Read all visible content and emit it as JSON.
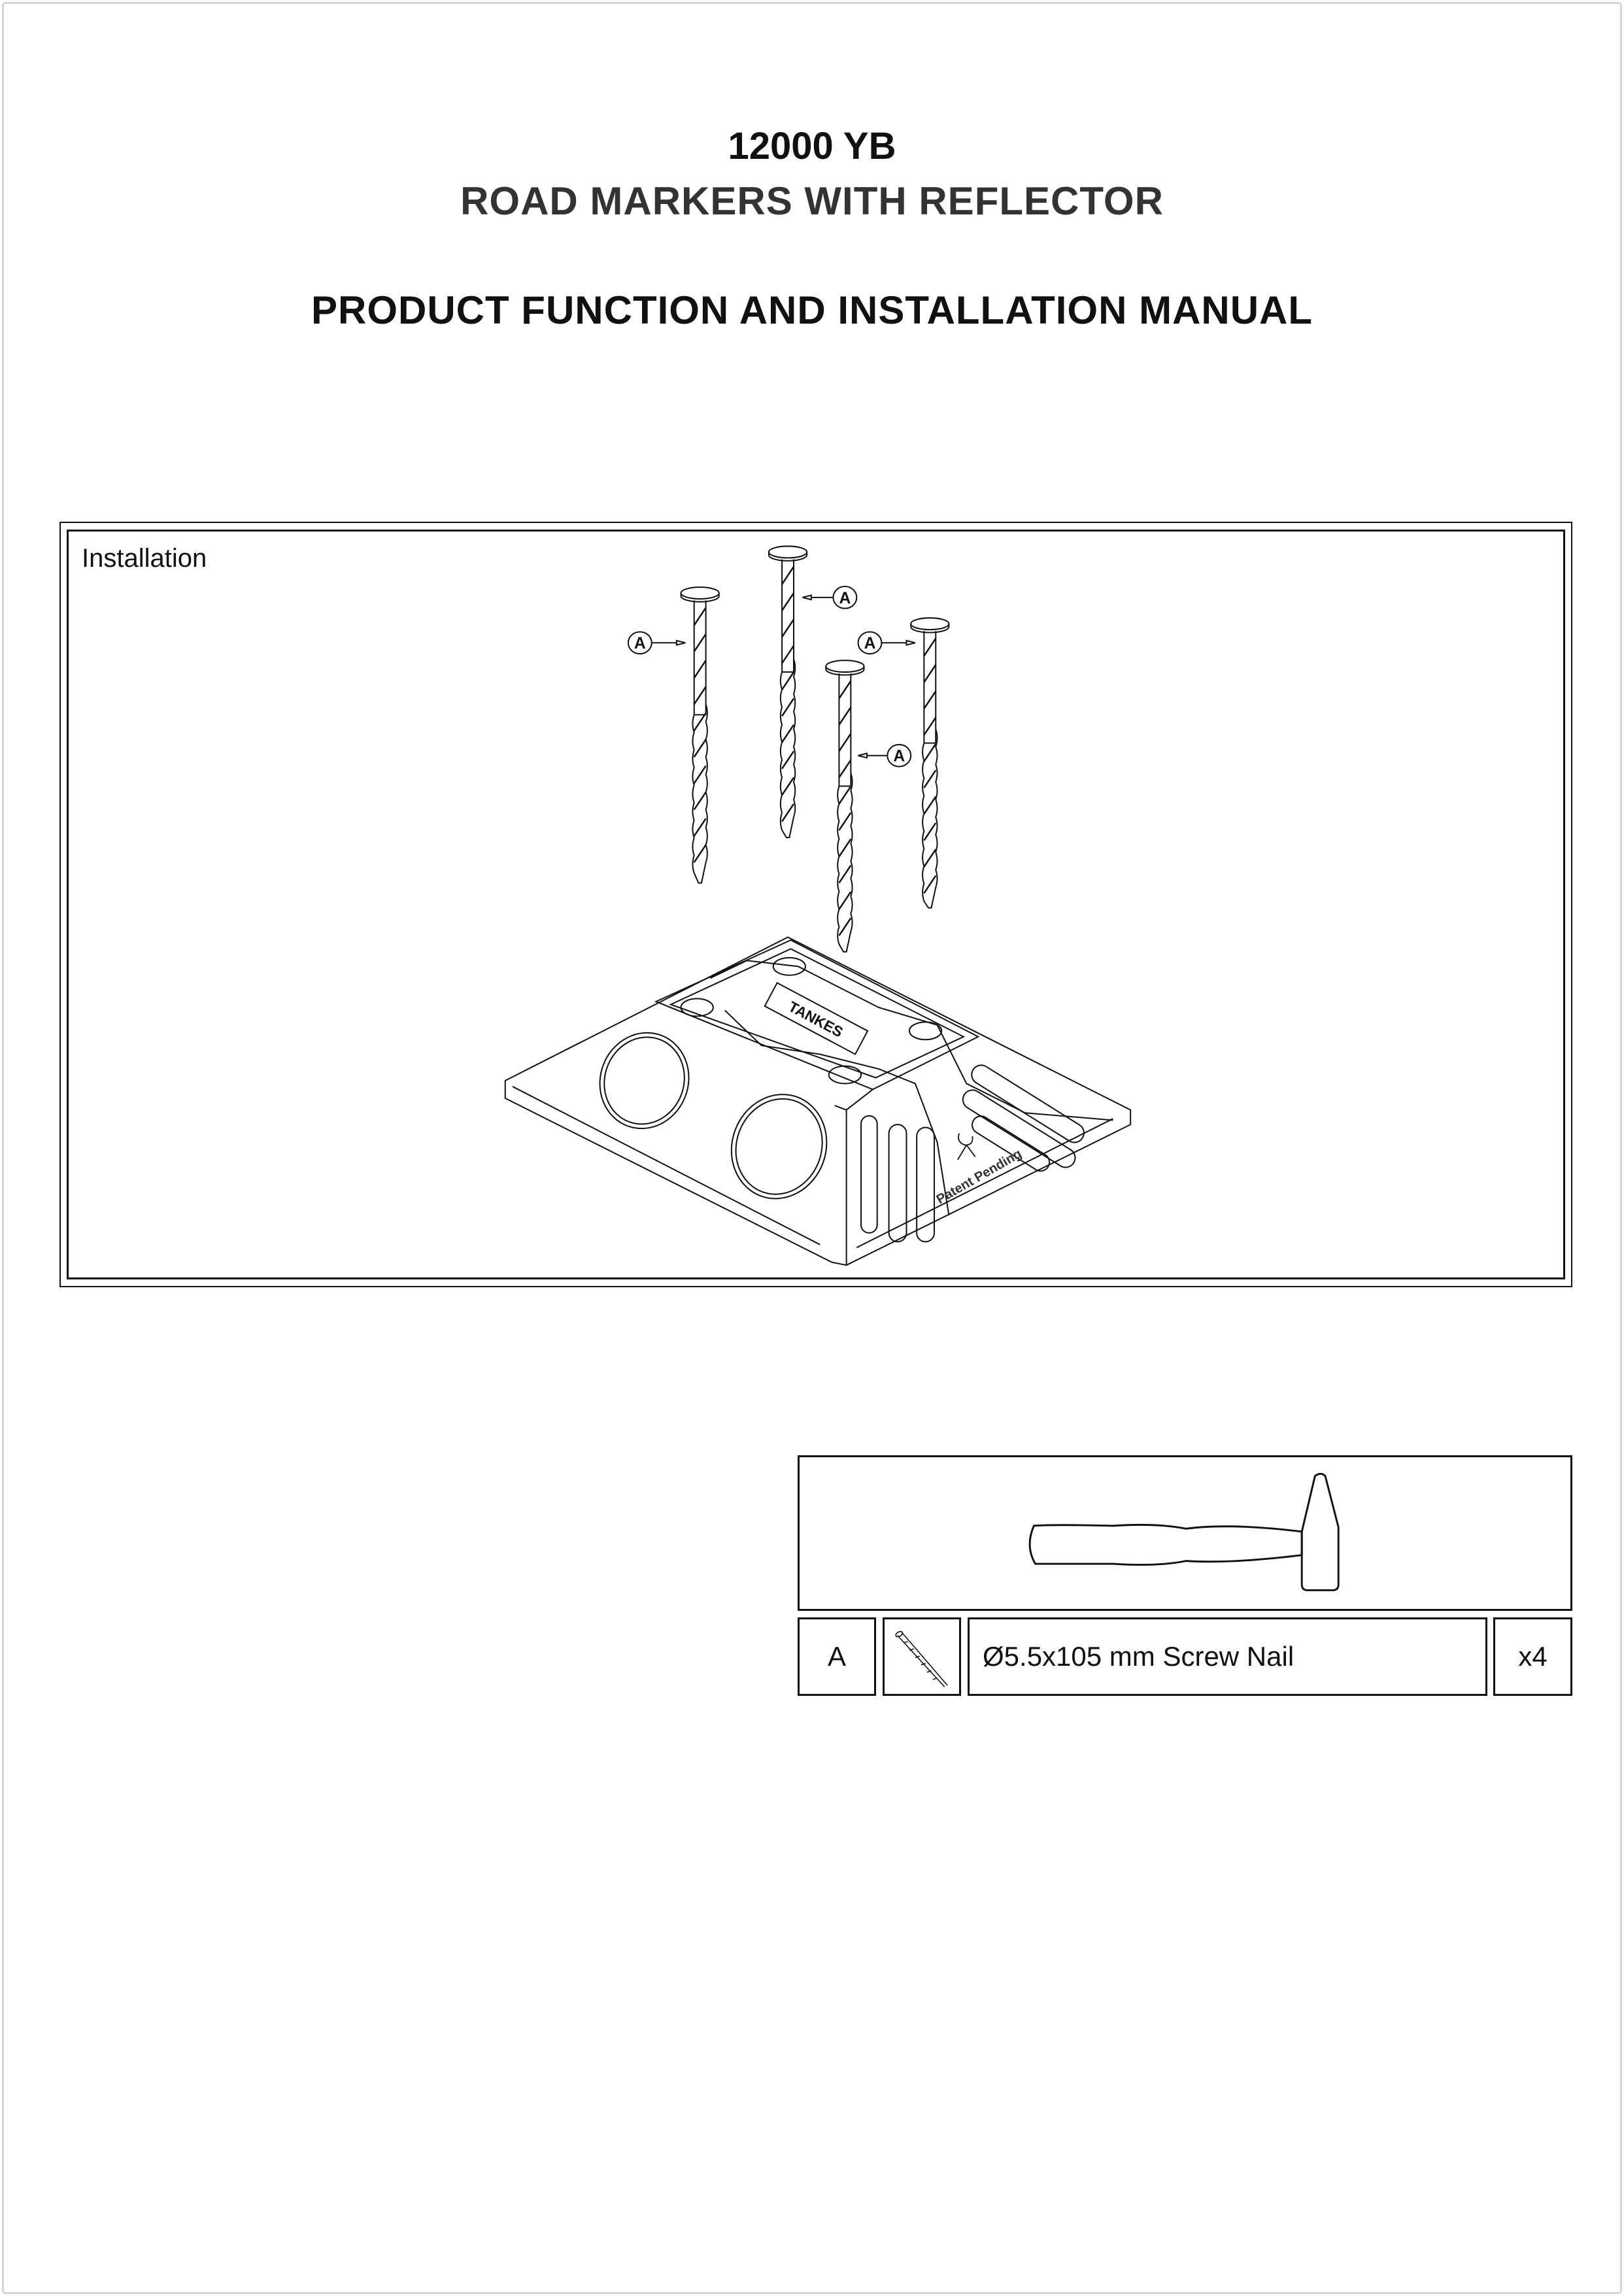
{
  "header": {
    "model": "12000 YB",
    "product": "ROAD MARKERS WITH REFLECTOR",
    "document_title": "PRODUCT FUNCTION AND INSTALLATION MANUAL"
  },
  "installation": {
    "label": "Installation",
    "callout_label": "A",
    "callout_count": 4,
    "marker_brand": "TANKES",
    "marker_text": "Patent Pending"
  },
  "tools": {
    "icon": "hammer-icon"
  },
  "parts": [
    {
      "key": "A",
      "icon": "screw-nail-icon",
      "description": "Ø5.5x105 mm Screw Nail",
      "quantity": "x4"
    }
  ]
}
